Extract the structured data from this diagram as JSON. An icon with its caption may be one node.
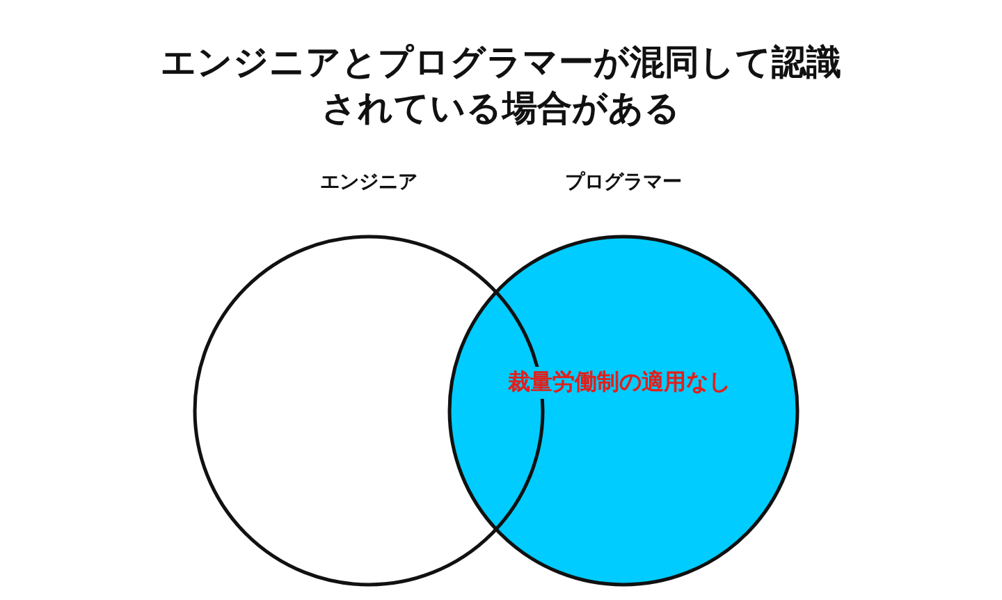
{
  "diagram": {
    "title": "エンジニアとプログラマーが混同して認識されている場合がある",
    "nodes": [
      {
        "text": [
          "エンジニア"
        ]
      },
      {
        "text": [
          "プログラマー",
          "裁量労働制の適用なし"
        ]
      }
    ]
  }
}
